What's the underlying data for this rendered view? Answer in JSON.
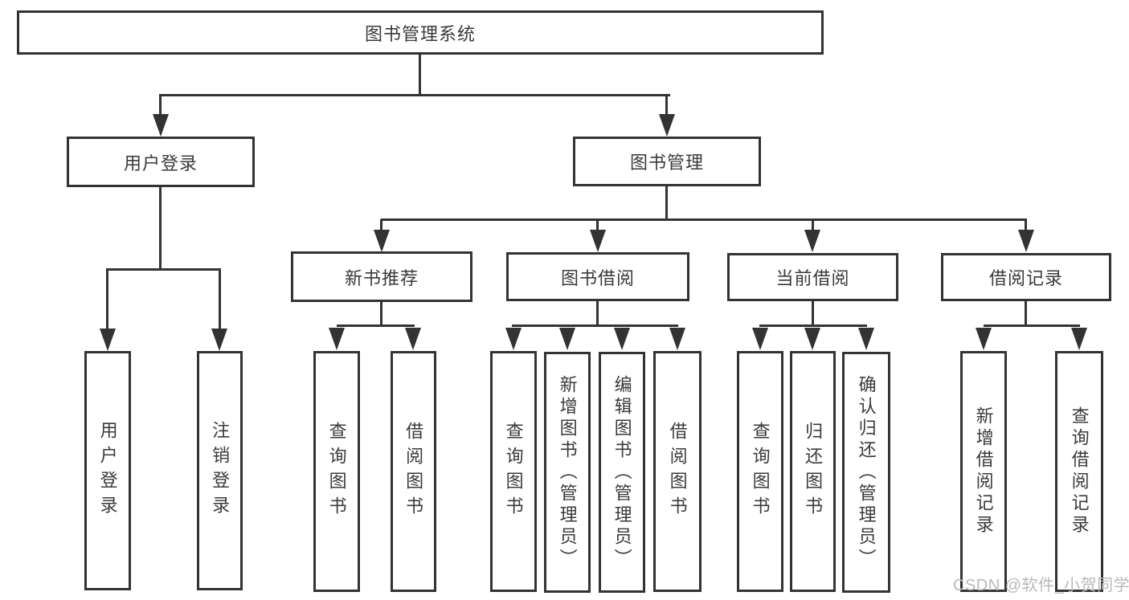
{
  "diagram": {
    "title": "图书管理系统",
    "level2": [
      "用户登录",
      "图书管理"
    ],
    "level3": [
      "新书推荐",
      "图书借阅",
      "当前借阅",
      "借阅记录"
    ],
    "leaves_login": [
      "用户登录",
      "注销登录"
    ],
    "leaves_recommend": [
      "查询图书",
      "借阅图书"
    ],
    "leaves_borrow": [
      "查询图书",
      "新增图书（管理员）",
      "编辑图书（管理员）",
      "借阅图书"
    ],
    "leaves_current": [
      "查询图书",
      "归还图书",
      "确认归还（管理员）"
    ],
    "leaves_records": [
      "新增借阅记录",
      "查询借阅记录"
    ]
  },
  "watermark": "CSDN @软件_小贺同学",
  "colors": {
    "line": "#333333",
    "text": "#3a3a3a",
    "watermark": "#b9b9b9",
    "background": "#ffffff"
  }
}
